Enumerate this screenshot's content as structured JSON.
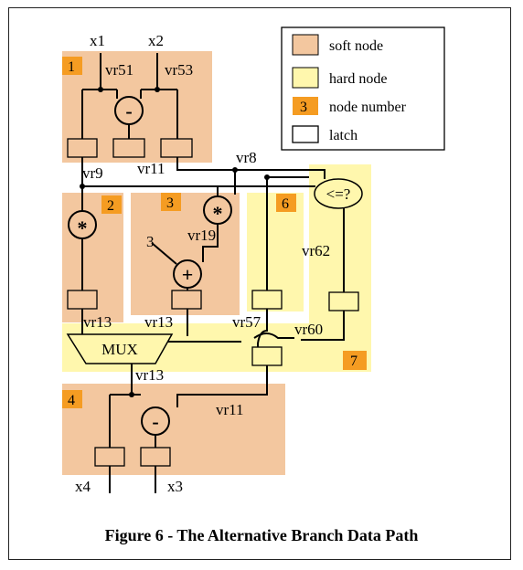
{
  "inputs": {
    "x1": "x1",
    "x2": "x2",
    "x3": "x3",
    "x4": "x4"
  },
  "vars": {
    "vr51": "vr51",
    "vr53": "vr53",
    "vr8": "vr8",
    "vr9": "vr9",
    "vr11": "vr11",
    "vr19": "vr19",
    "vr62": "vr62",
    "vr13": "vr13",
    "vr57": "vr57",
    "vr60": "vr60",
    "vr11_bottom": "vr11"
  },
  "constants": {
    "three": "3"
  },
  "node_numbers": {
    "n1": "1",
    "n2": "2",
    "n3": "3",
    "n4": "4",
    "n6": "6",
    "n7": "7"
  },
  "operators": {
    "minus": "-",
    "times": "*",
    "plus": "+",
    "compare": "<=?",
    "mux": "MUX"
  },
  "legend": {
    "soft_node": "soft node",
    "hard_node": "hard node",
    "node_number_symbol": "3",
    "node_number": "node number",
    "latch": "latch"
  },
  "colors": {
    "soft_node": "#f3c79f",
    "hard_node": "#fff7ad",
    "node_number": "#f59c22",
    "latch": "#ffffff"
  },
  "caption": "Figure 6 - The Alternative Branch Data Path"
}
